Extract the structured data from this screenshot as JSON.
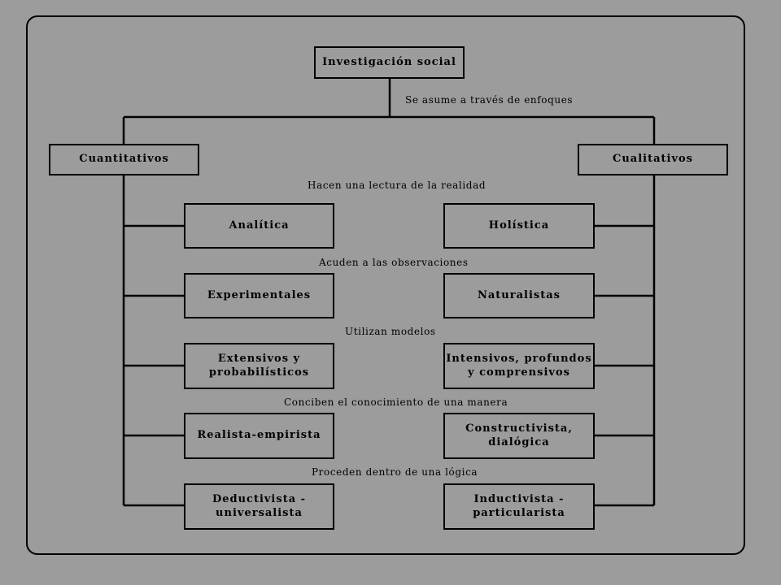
{
  "title": "Investigación social",
  "connector_top": "Se asume a través de enfoques",
  "left_branch": "Cuantitativos",
  "right_branch": "Cualitativos",
  "rows": [
    {
      "label": "Hacen una lectura de la realidad",
      "left": "Analítica",
      "right": "Holística"
    },
    {
      "label": "Acuden a las observaciones",
      "left": "Experimentales",
      "right": "Naturalistas"
    },
    {
      "label": "Utilizan modelos",
      "left": "Extensivos y\nprobabilísticos",
      "right": "Intensivos, profundos\ny comprensivos"
    },
    {
      "label": "Conciben el conocimiento de una manera",
      "left": "Realista-empirista",
      "right": "Constructivista,\ndialógica"
    },
    {
      "label": "Proceden dentro de una lógica",
      "left": "Deductivista -\nuniversalista",
      "right": "Inductivista -\nparticularista"
    }
  ]
}
